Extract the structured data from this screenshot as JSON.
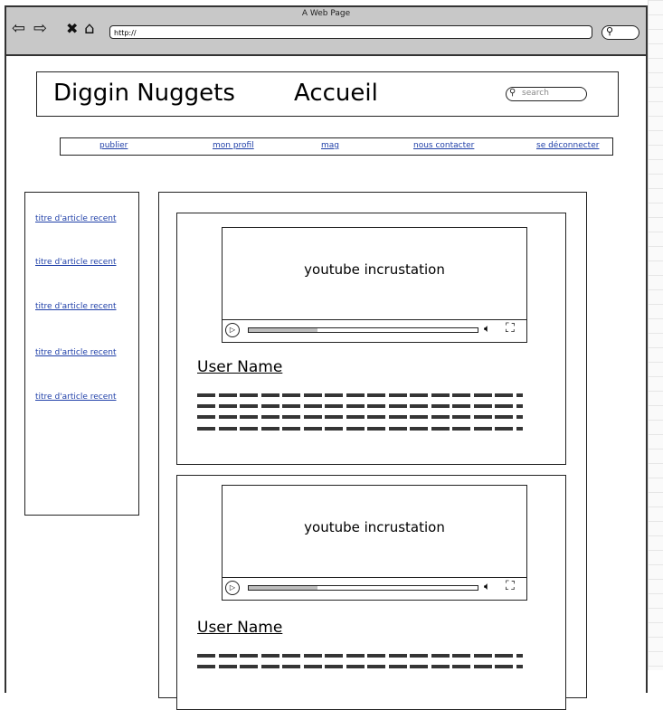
{
  "window": {
    "title": "A Web Page",
    "url": "http://",
    "nav_icons": [
      "back-arrow-icon",
      "forward-arrow-icon",
      "stop-icon",
      "home-icon"
    ]
  },
  "header": {
    "site_name": "Diggin Nuggets",
    "page_name": "Accueil",
    "search_placeholder": "search"
  },
  "nav": {
    "items": [
      {
        "label": "publier"
      },
      {
        "label": "mon profil"
      },
      {
        "label": "mag"
      },
      {
        "label": "nous contacter"
      },
      {
        "label": "se déconnecter"
      }
    ]
  },
  "sidebar": {
    "items": [
      {
        "label": "titre d'article  recent"
      },
      {
        "label": "titre d'article  recent"
      },
      {
        "label": "titre d'article  recent"
      },
      {
        "label": "titre d'article  recent"
      },
      {
        "label": "titre d'article  recent"
      }
    ]
  },
  "posts": [
    {
      "video_label": "youtube incrustation",
      "video_progress_percent": 30,
      "user_name": "User Name"
    },
    {
      "video_label": "youtube incrustation",
      "video_progress_percent": 30,
      "user_name": "User Name"
    }
  ],
  "colors": {
    "link": "#1f3fa8",
    "titlebar": "#c8c8c8",
    "stroke": "#222222"
  }
}
